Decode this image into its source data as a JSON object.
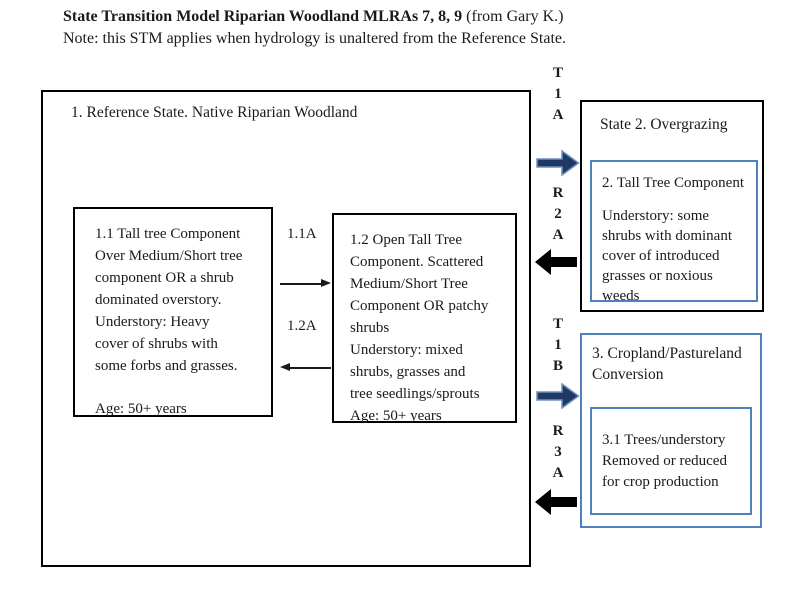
{
  "title": {
    "main_bold": "State Transition Model Riparian Woodland MLRAs 7, 8, 9",
    "main_suffix": " (from Gary K.)",
    "note": "Note: this STM applies when hydrology is unaltered from the Reference State."
  },
  "colors": {
    "box_border_black": "#000000",
    "box_border_blue": "#4f81bd",
    "arrow_navy": "#1f3864",
    "arrow_black": "#000000"
  },
  "state1": {
    "header": "1. Reference State. Native Riparian Woodland",
    "box_1_1": {
      "body": "1.1 Tall tree Component\nOver Medium/Short tree\ncomponent OR a shrub\ndominated overstory.\nUnderstory: Heavy\ncover of shrubs with\nsome forbs and grasses.",
      "age": "Age: 50+ years"
    },
    "box_1_2": {
      "body": "1.2 Open Tall Tree\nComponent. Scattered\nMedium/Short Tree\nComponent OR patchy\nshrubs\nUnderstory: mixed\nshrubs, grasses and\ntree seedlings/sprouts\nAge: 50+ years"
    },
    "pathways": {
      "p11a": "1.1A",
      "p12a": "1.2A"
    }
  },
  "transitions": {
    "t1a": "T\n1\nA",
    "r2a": "R\n2\nA",
    "t1b": "T\n1\nB",
    "r3a": "R\n3\nA"
  },
  "state2": {
    "header": "State 2. Overgrazing",
    "box_2": {
      "title": "2. Tall Tree Component",
      "body": "Understory: some\nshrubs with dominant\ncover of introduced\ngrasses or noxious\nweeds"
    }
  },
  "state3": {
    "header": "3. Cropland/Pastureland\nConversion",
    "box_3_1": {
      "body": "3.1 Trees/understory\nRemoved or reduced\nfor crop production"
    }
  }
}
